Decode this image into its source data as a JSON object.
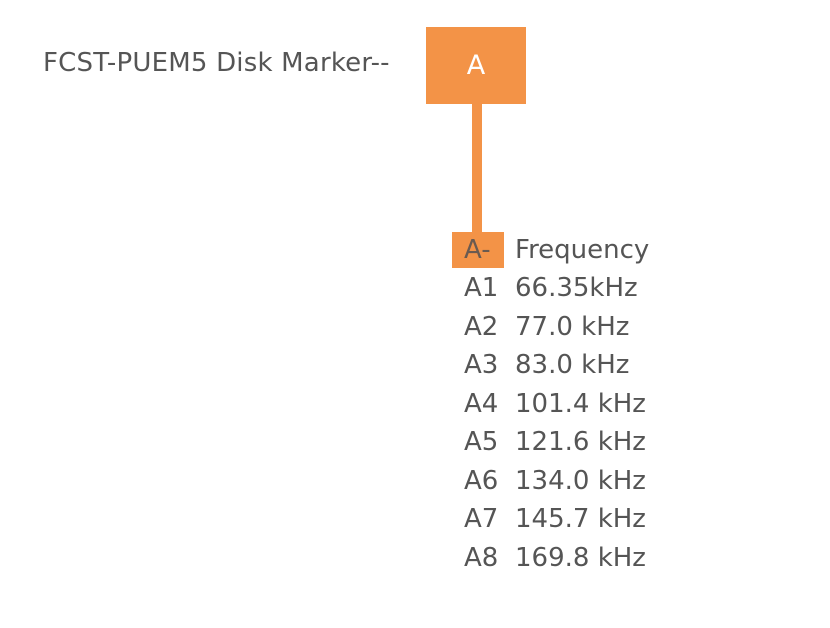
{
  "title": "FCST-PUEM5 Disk Marker--",
  "marker": {
    "letter": "A",
    "color": "#F39347"
  },
  "table": {
    "header": {
      "id": "A-",
      "label": "Frequency"
    },
    "rows": [
      {
        "id": "A1",
        "value": "66.35kHz"
      },
      {
        "id": "A2",
        "value": "77.0 kHz"
      },
      {
        "id": "A3",
        "value": "83.0 kHz"
      },
      {
        "id": "A4",
        "value": "101.4 kHz"
      },
      {
        "id": "A5",
        "value": "121.6 kHz"
      },
      {
        "id": "A6",
        "value": "134.0 kHz"
      },
      {
        "id": "A7",
        "value": "145.7 kHz"
      },
      {
        "id": "A8",
        "value": "169.8 kHz"
      }
    ]
  }
}
